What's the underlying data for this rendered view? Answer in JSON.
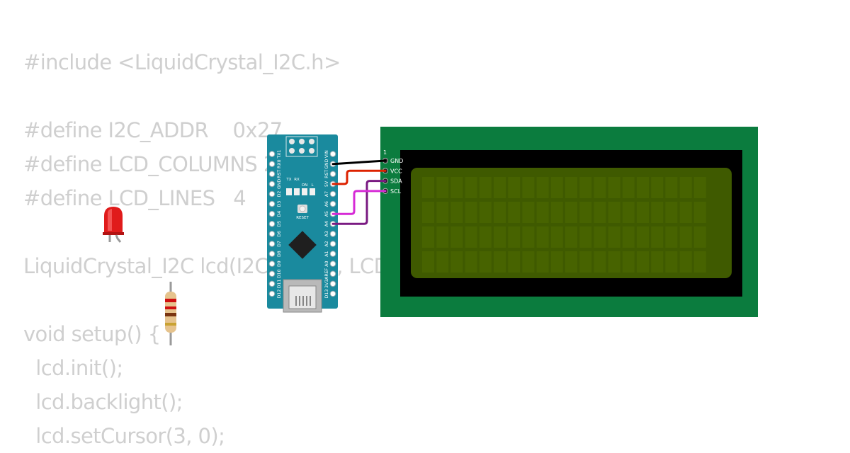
{
  "code_lines": [
    "#include <LiquidCrystal_I2C.h>",
    "",
    "#define I2C_ADDR    0x27",
    "#define LCD_COLUMNS 20",
    "#define LCD_LINES   4",
    "",
    "LiquidCrystal_I2C lcd(I2C_ADDR, LCD_COLUMNS, LCD_LINES);",
    "",
    "void setup() {",
    "  lcd.init();",
    "  lcd.backlight();",
    "  lcd.setCursor(3, 0);"
  ],
  "nano": {
    "left_pins": [
      "D12",
      "D11",
      "D10",
      "D9",
      "D8",
      "D7",
      "D6",
      "D5",
      "D4",
      "D3",
      "D2",
      "GND",
      "RST",
      "RX0",
      "TX1"
    ],
    "right_pins": [
      "D13",
      "3V3",
      "AREF",
      "A0",
      "A1",
      "A2",
      "A3",
      "A4",
      "A5",
      "A6",
      "A7",
      "5V",
      "RST",
      "GND",
      "VIN"
    ],
    "led_labels": [
      "TX",
      "RX",
      "ON",
      "L"
    ],
    "reset_label": "RESET"
  },
  "lcd": {
    "pin1_label": "1",
    "pins": [
      "GND",
      "VCC",
      "SDA",
      "SCL"
    ],
    "columns": 20,
    "rows": 4,
    "colors": {
      "pcb": "#0b7c3e",
      "bezel": "#000000",
      "screen": "#3f5a00"
    }
  },
  "wires": [
    {
      "from": "GND",
      "to": "GND",
      "color": "#000000"
    },
    {
      "from": "5V",
      "to": "VCC",
      "color": "#dd2200"
    },
    {
      "from": "A4",
      "to": "SDA",
      "color": "#7a1a82"
    },
    {
      "from": "A5",
      "to": "SCL",
      "color": "#d62ad6"
    }
  ]
}
